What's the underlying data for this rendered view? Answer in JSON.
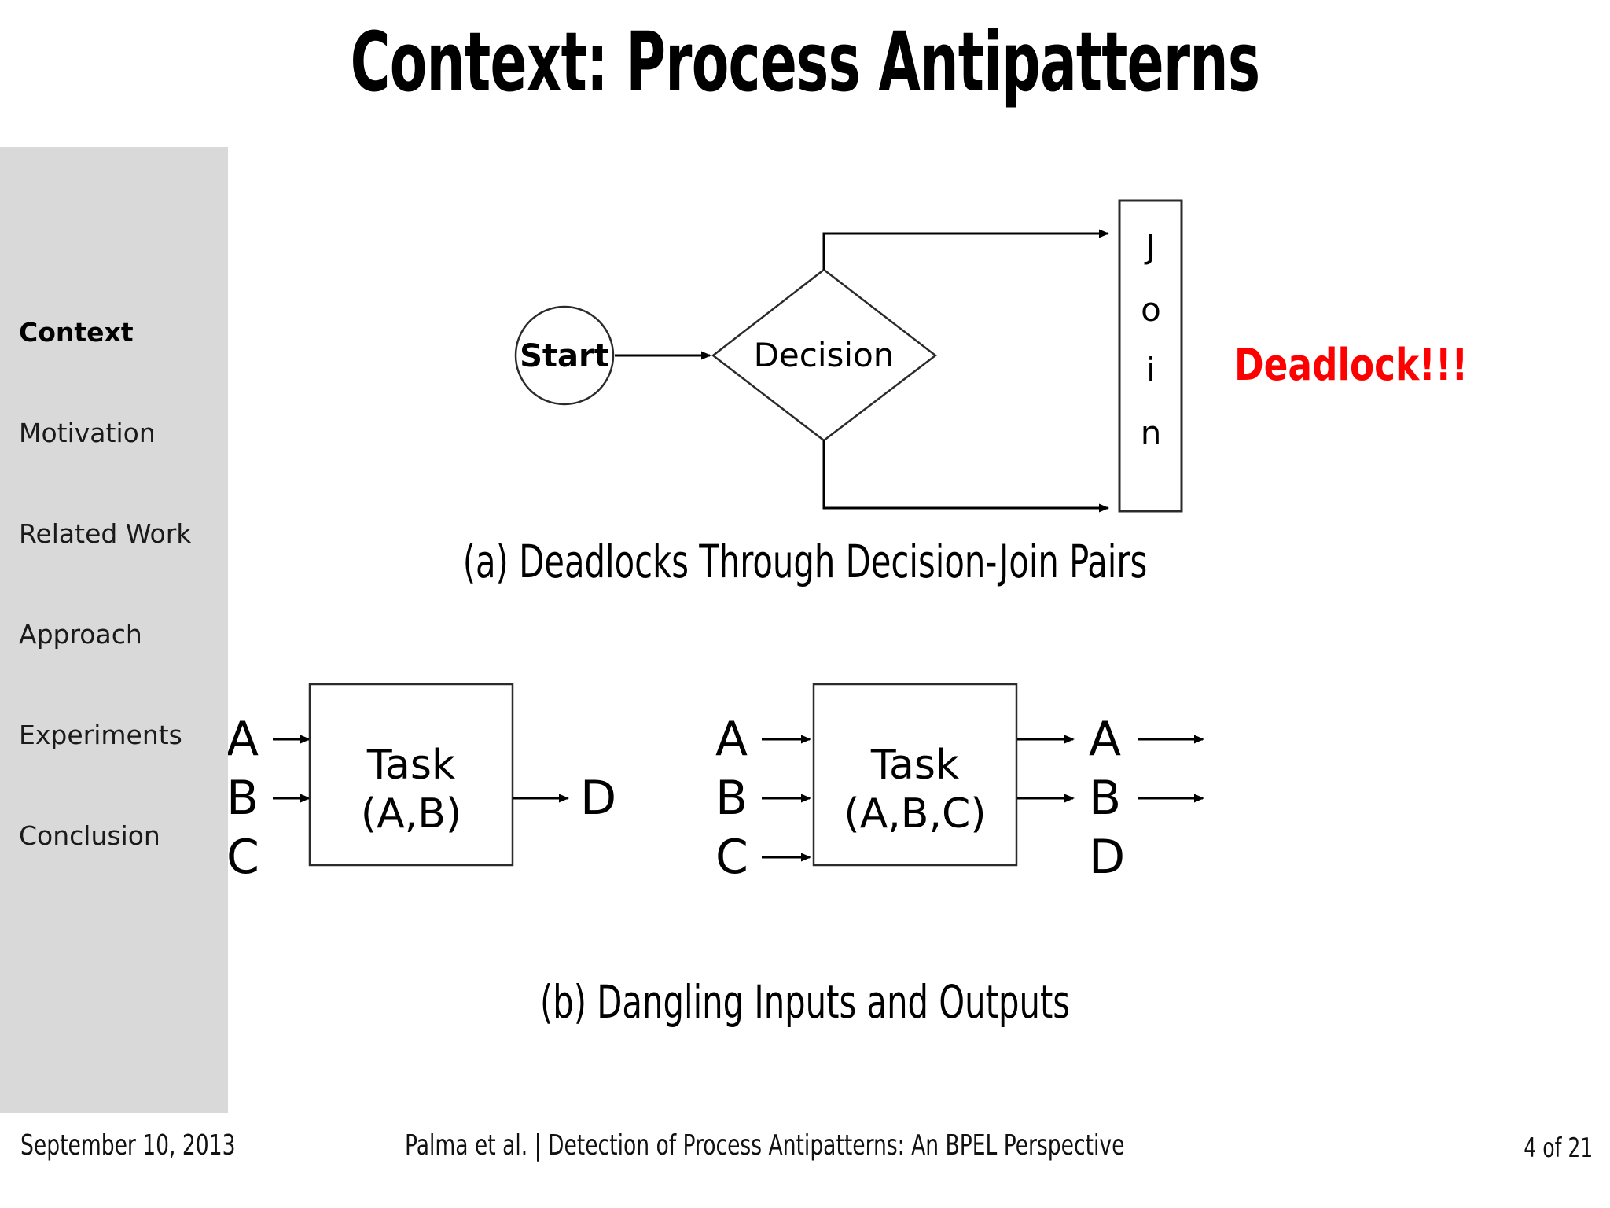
{
  "slide": {
    "title": "Context: Process Antipatterns",
    "background_color": "#ffffff"
  },
  "sidebar": {
    "background_color": "#d9d9d9",
    "active_index": 0,
    "items": [
      {
        "label": "Context"
      },
      {
        "label": "Motivation"
      },
      {
        "label": "Related Work"
      },
      {
        "label": "Approach"
      },
      {
        "label": "Experiments"
      },
      {
        "label": "Conclusion"
      }
    ]
  },
  "figure_a": {
    "caption": "(a) Deadlocks Through Decision-Join Pairs",
    "nodes": {
      "start": "Start",
      "decision": "Decision",
      "join_letters": [
        "J",
        "o",
        "i",
        "n"
      ],
      "join": "Join"
    },
    "annotation": {
      "text": "Deadlock!!!",
      "color": "#ff0000"
    }
  },
  "figure_b": {
    "caption": "(b) Dangling Inputs and Outputs",
    "left": {
      "inputs": [
        {
          "label": "A",
          "has_arrow": true
        },
        {
          "label": "B",
          "has_arrow": true
        },
        {
          "label": "C",
          "has_arrow": false
        }
      ],
      "task_line1": "Task",
      "task_line2": "(A,B)",
      "outputs": [
        {
          "label": "D",
          "has_arrow": true
        }
      ]
    },
    "right": {
      "inputs": [
        {
          "label": "A",
          "has_arrow": true
        },
        {
          "label": "B",
          "has_arrow": true
        },
        {
          "label": "C",
          "has_arrow": true
        }
      ],
      "task_line1": "Task",
      "task_line2": "(A,B,C)",
      "outputs": [
        {
          "label": "A",
          "has_arrow": true,
          "has_tail_arrow": true
        },
        {
          "label": "B",
          "has_arrow": true,
          "has_tail_arrow": true
        },
        {
          "label": "D",
          "has_arrow": false,
          "has_tail_arrow": false
        }
      ]
    }
  },
  "footer": {
    "date": "September 10, 2013",
    "center": "Palma et al. | Detection of Process Antipatterns: An BPEL Perspective",
    "page": "4 of 21"
  }
}
